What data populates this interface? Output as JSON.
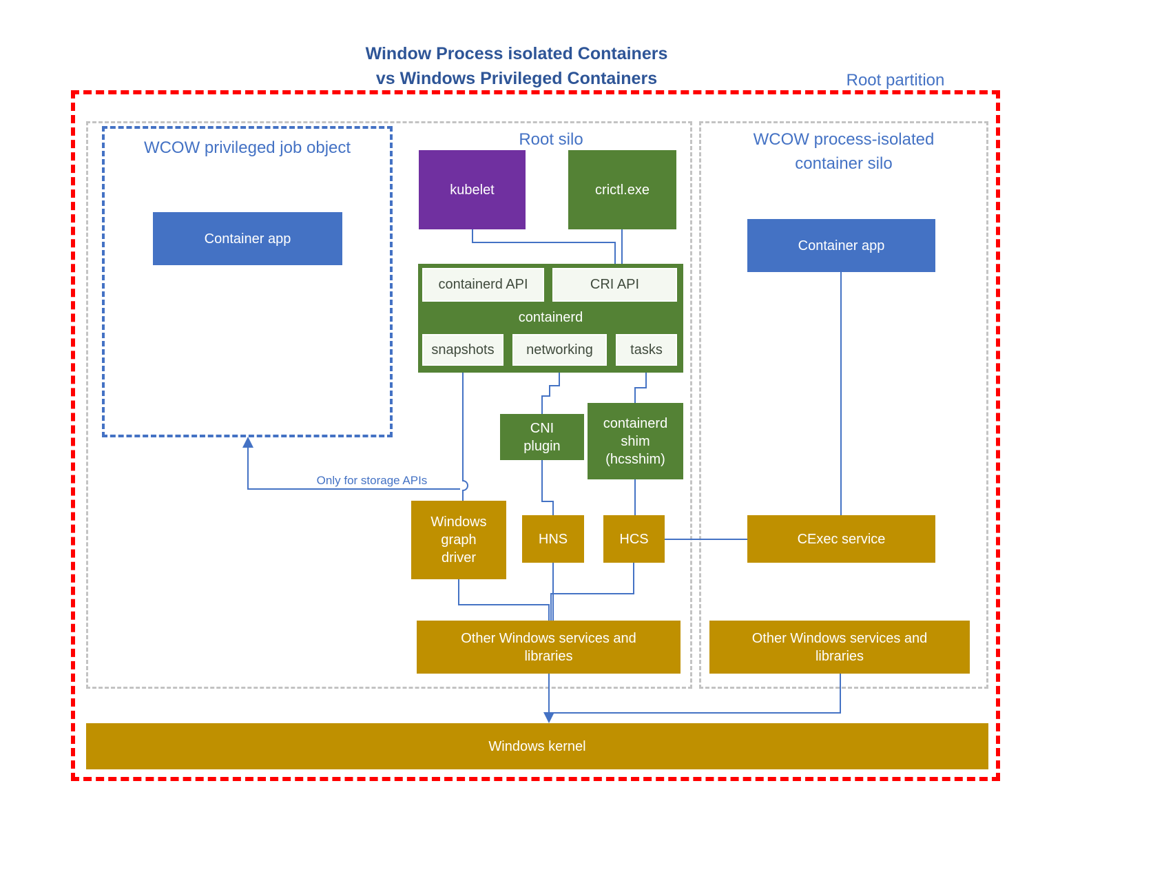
{
  "title": {
    "line1": "Window Process isolated Containers",
    "line2": "vs Windows Privileged Containers"
  },
  "labels": {
    "root_partition": "Root partition",
    "root_silo": "Root silo",
    "privileged_job_object": "WCOW privileged job object",
    "container_silo": "WCOW process-isolated container silo",
    "only_storage_note": "Only for storage APIs"
  },
  "privileged_job_object": {
    "container_app": "Container app"
  },
  "root_silo": {
    "kubelet": "kubelet",
    "crictl": "crictl.exe",
    "containerd": {
      "title": "containerd",
      "containerd_api": "containerd API",
      "cri_api": "CRI API",
      "snapshots": "snapshots",
      "networking": "networking",
      "tasks": "tasks"
    },
    "cni_plugin": "CNI plugin",
    "containerd_shim": "containerd shim (hcsshim)",
    "windows_graph_driver": "Windows graph driver",
    "hns": "HNS",
    "hcs": "HCS",
    "other_services": "Other Windows services and libraries"
  },
  "container_silo": {
    "container_app": "Container app",
    "cexec_service": "CExec service",
    "other_services": "Other Windows services and libraries"
  },
  "kernel": "Windows kernel",
  "colors": {
    "box_blue": "#4472C4",
    "box_purple": "#7030A0",
    "box_green": "#548235",
    "box_gold": "#BF9000",
    "boundary_red": "#FF0000",
    "boundary_gray": "#C3C3C3",
    "line_blue": "#4472C4",
    "title_blue": "#2E5597"
  }
}
